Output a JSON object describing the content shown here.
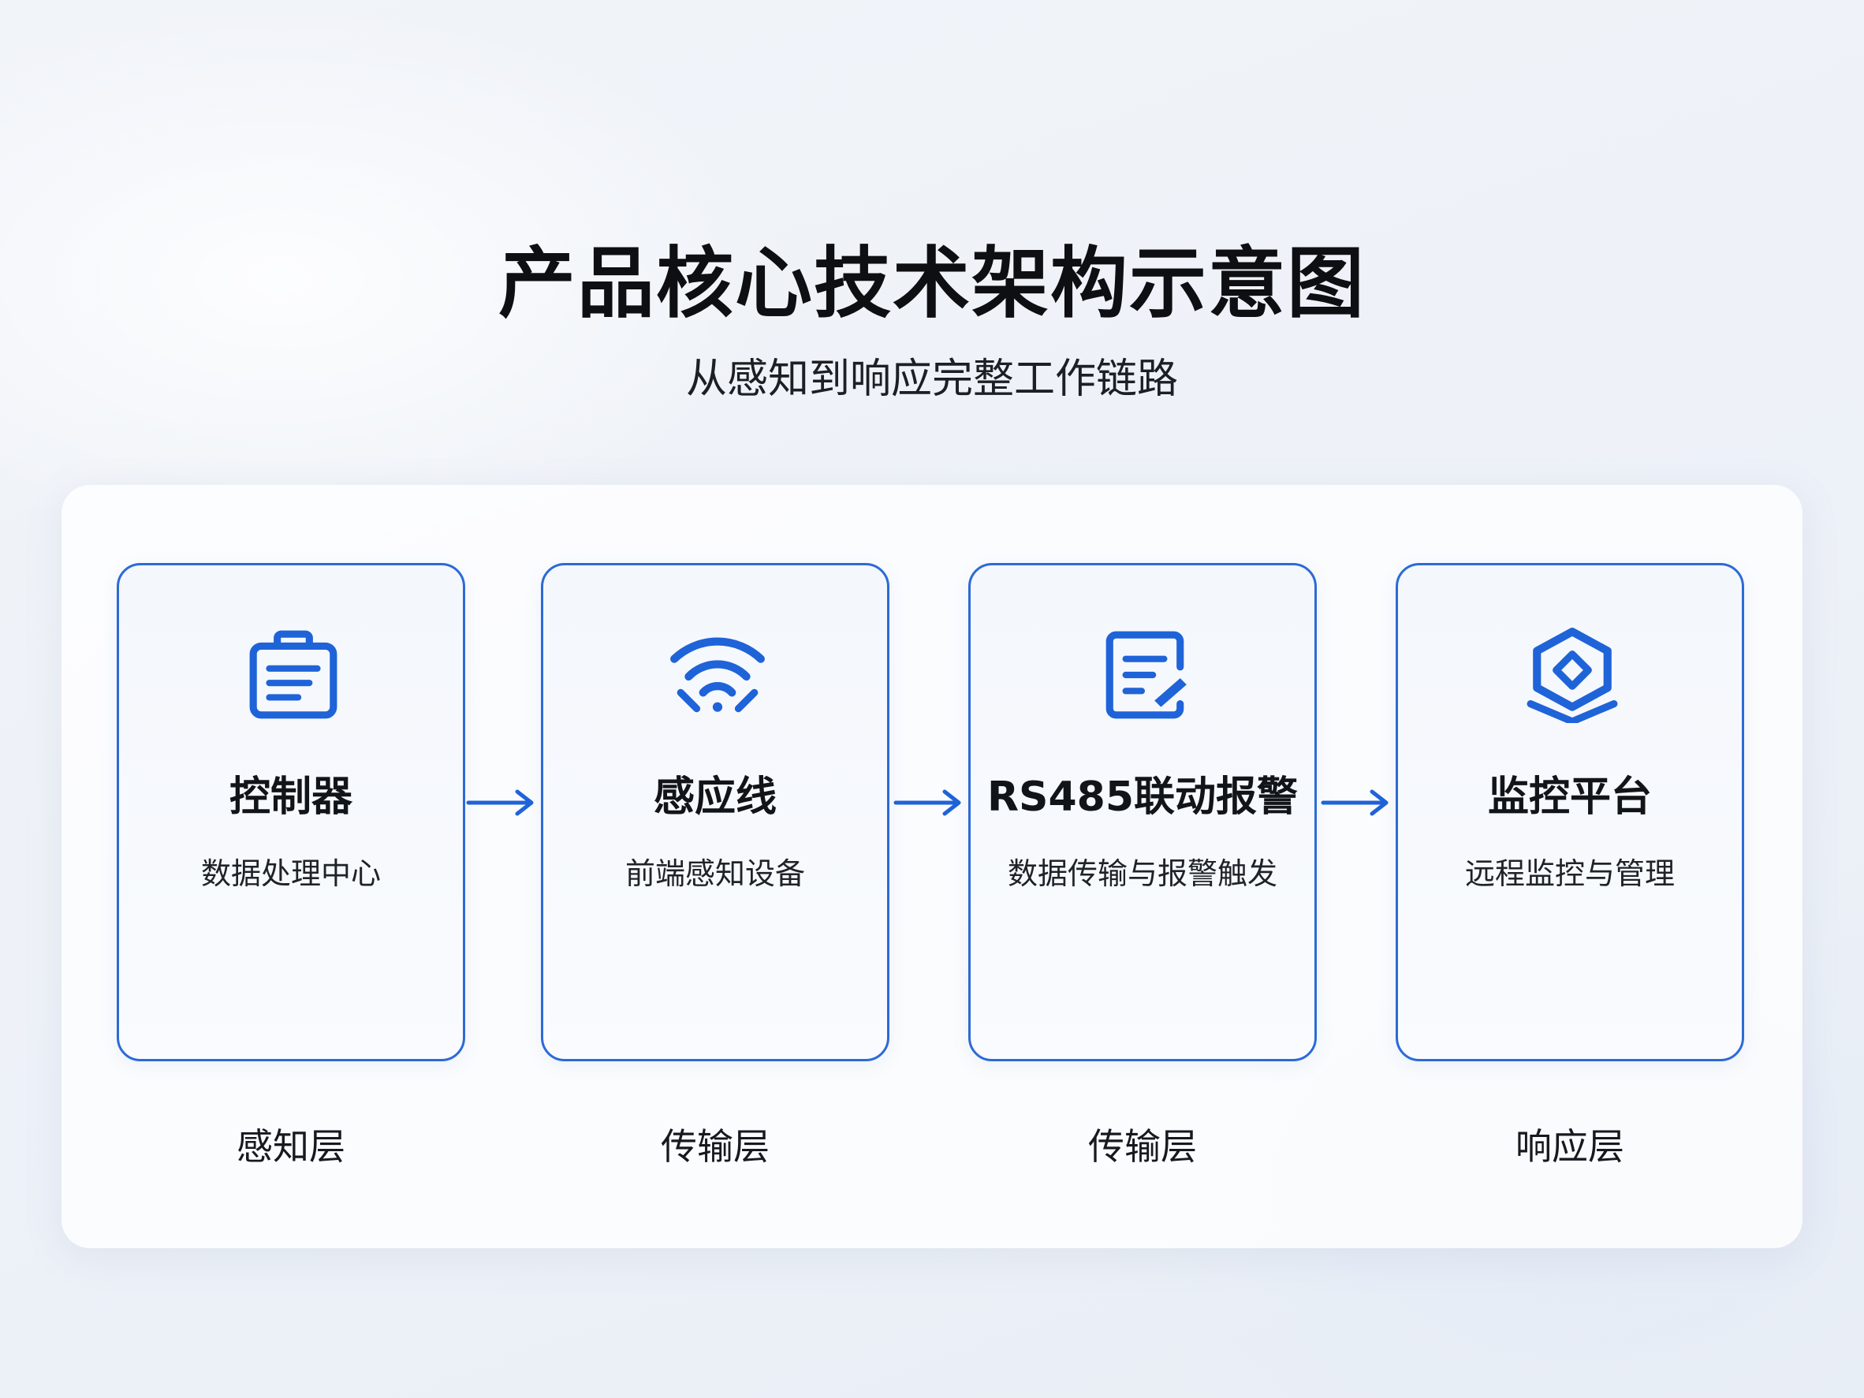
{
  "header": {
    "title": "产品核心技术架构示意图",
    "subtitle": "从感知到响应完整工作链路"
  },
  "accent_color": "#1f63d8",
  "stages": [
    {
      "icon": "clipboard-icon",
      "title": "控制器",
      "description": "数据处理中心",
      "layer": "感知层"
    },
    {
      "icon": "wifi-icon",
      "title": "感应线",
      "description": "前端感知设备",
      "layer": "传输层"
    },
    {
      "icon": "document-edit-icon",
      "title": "RS485联动报警",
      "description": "数据传输与报警触发",
      "layer": "传输层"
    },
    {
      "icon": "layers-diamond-icon",
      "title": "监控平台",
      "description": "远程监控与管理",
      "layer": "响应层"
    }
  ]
}
